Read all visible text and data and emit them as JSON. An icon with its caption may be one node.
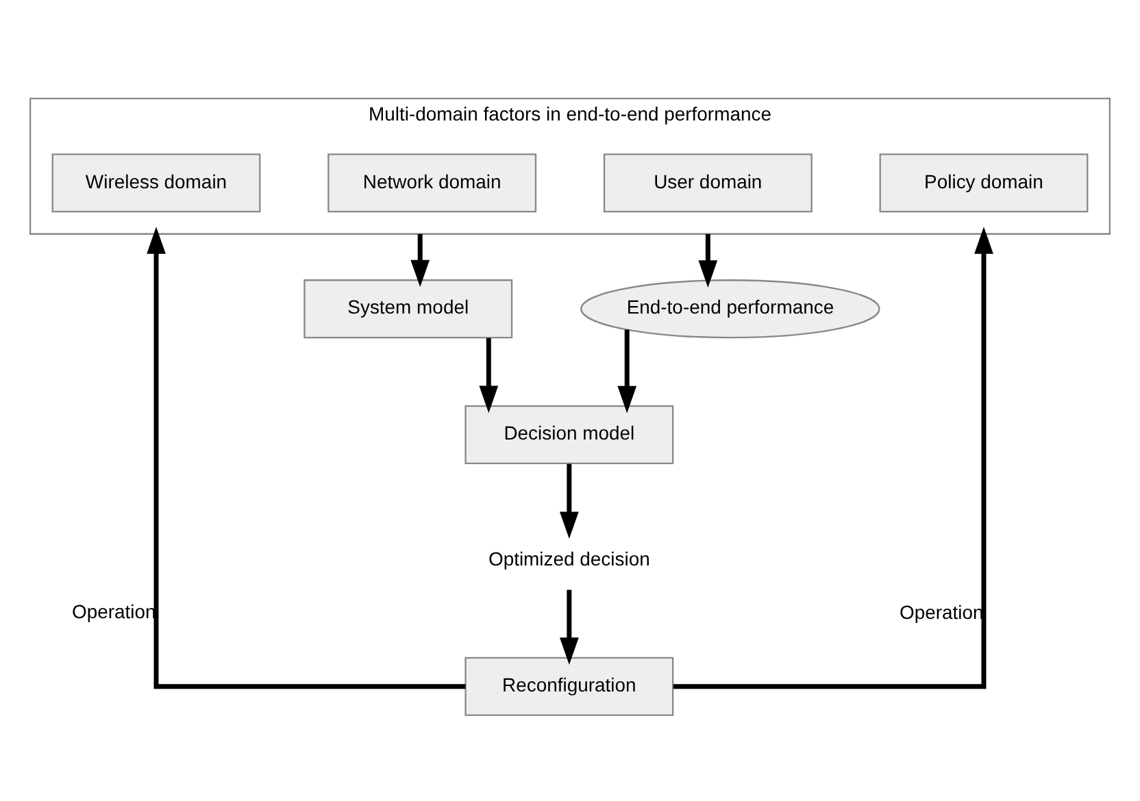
{
  "diagram": {
    "nodes": [
      {
        "text": [
          "Multi-domain factors in end-to-end performance"
        ]
      },
      {
        "text": [
          "Wireless domain"
        ],
        "in": 0
      },
      {
        "text": [
          "Network domain"
        ],
        "in": 0
      },
      {
        "text": [
          "User domain"
        ],
        "in": 0
      },
      {
        "text": [
          "Policy domain"
        ],
        "in": 0
      },
      {
        "text": [
          "System model"
        ]
      },
      {
        "text": [
          "End-to-end performance"
        ]
      },
      {
        "text": [
          "Decision model"
        ]
      },
      {
        "text": [
          "Optimized decision"
        ]
      },
      {
        "text": [
          "Reconfiguration"
        ]
      }
    ],
    "edges": [
      {
        "from": 0,
        "to": 5,
        "arrow": "to"
      },
      {
        "from": 0,
        "to": 6,
        "arrow": "to"
      },
      {
        "from": 5,
        "to": 7,
        "arrow": "to"
      },
      {
        "from": 6,
        "to": 7,
        "arrow": "to"
      },
      {
        "from": 7,
        "to": 8,
        "arrow": "to"
      },
      {
        "from": 8,
        "to": 9,
        "arrow": "to"
      },
      {
        "from": 9,
        "to": 0,
        "arrow": "to",
        "label": "Operation"
      },
      {
        "from": 9,
        "to": 0,
        "arrow": "to",
        "label": "Operation"
      }
    ]
  }
}
